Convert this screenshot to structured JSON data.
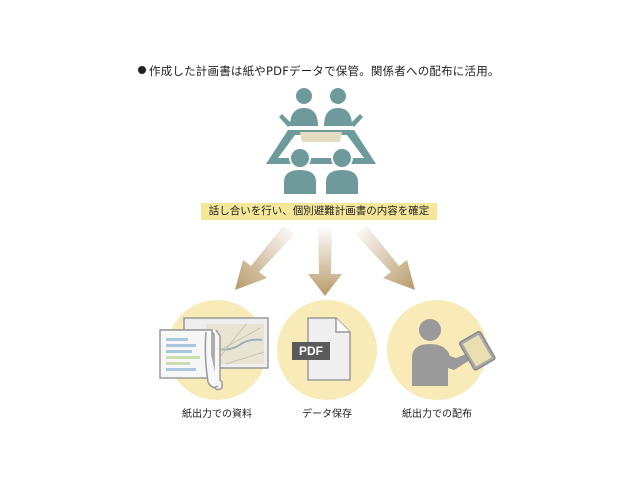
{
  "headline": "作成した計画書は紙やPDFデータで保管。関係者への配布に活用。",
  "banner": "話し合いを行い、個別避難計画書の内容を確定",
  "pdf_label": "PDF",
  "outputs": [
    {
      "label": "紙出力での資料"
    },
    {
      "label": "データ保存"
    },
    {
      "label": "紙出力での配布"
    }
  ],
  "colors": {
    "people": "#6f9a9c",
    "table": "#e2dcc2",
    "banner": "#f4e79a",
    "circle": "#f8ebb8",
    "arrow": "#b89a6a",
    "gray_person": "#9a9a9a"
  },
  "icons": [
    "meeting-icon",
    "paper-documents-icon",
    "pdf-file-icon",
    "person-tablet-icon",
    "arrow-icon"
  ]
}
